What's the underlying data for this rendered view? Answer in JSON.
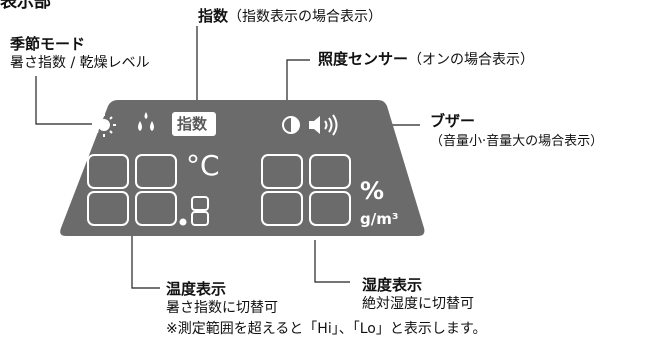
{
  "header": {
    "title": "表示部"
  },
  "callouts": {
    "season_mode": {
      "title": "季節モード",
      "desc": "暑さ指数 / 乾燥レベル"
    },
    "index": {
      "title": "指数",
      "note": "（指数表示の場合表示）"
    },
    "light_sensor": {
      "title": "照度センサー",
      "note": "（オンの場合表示）"
    },
    "buzzer": {
      "title": "ブザー",
      "note": "（音量小·音量大の場合表示）"
    },
    "temperature": {
      "title": "温度表示",
      "desc": "暑さ指数に切替可"
    },
    "humidity": {
      "title": "湿度表示",
      "desc": "絶対湿度に切替可"
    },
    "footnote": "※測定範囲を超えると「Hi」、「Lo」と表示します。"
  },
  "lcd": {
    "index_badge": "指数",
    "temp_digits": "88.8",
    "temp_unit": "°C",
    "humid_digits": "88",
    "humid_unit_top": "%",
    "humid_unit_bottom": "g/m³"
  },
  "icons": {
    "sun": "sun-icon",
    "drops": "water-drops-icon",
    "half_circle": "half-circle-icon",
    "speaker": "speaker-sound-icon"
  }
}
